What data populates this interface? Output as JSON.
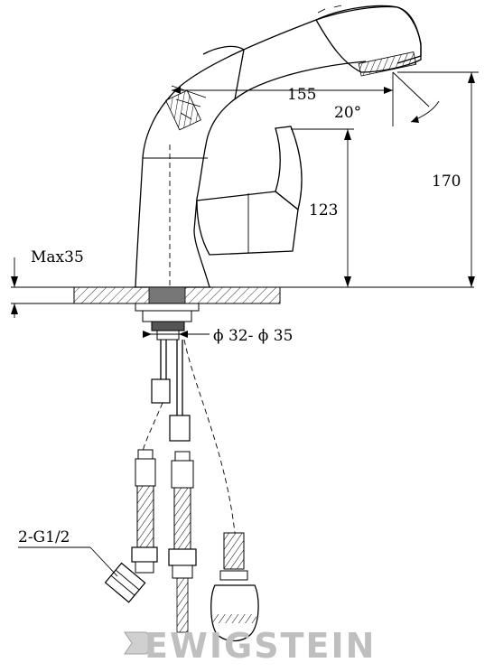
{
  "dimensions": {
    "spout_length": "155",
    "swivel_angle": "20°",
    "total_height": "170",
    "spout_height": "123",
    "max_thickness": "Max35",
    "hole_diameter": "ϕ 32- ϕ 35",
    "connection": "2-G1/2"
  },
  "brand": {
    "logo_text": "EWIGSTEIN",
    "logo_color": "#bfbfbf"
  },
  "colors": {
    "line": "#000000",
    "background": "#ffffff"
  }
}
